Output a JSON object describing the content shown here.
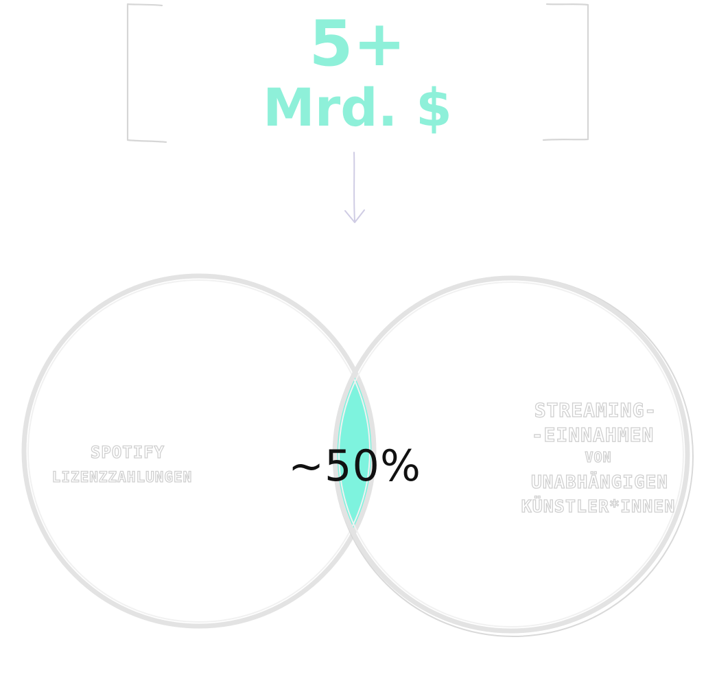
{
  "headline": {
    "value": "5+",
    "unit": "Mrd. $"
  },
  "venn": {
    "left_label": [
      "SPOTIFY",
      "LIZENZZAHLUNGEN"
    ],
    "right_label": [
      "STREAMING-",
      "-EINNAHMEN",
      "VON",
      "UNABHÄNGIGEN",
      "KÜNSTLER*INNEN"
    ],
    "overlap_label": "~50%",
    "overlap_share_percent": 50
  },
  "colors": {
    "accent": "#7ef3de",
    "headline": "#8ef0d9",
    "outline": "#e3e3e3",
    "text": "#111111"
  }
}
